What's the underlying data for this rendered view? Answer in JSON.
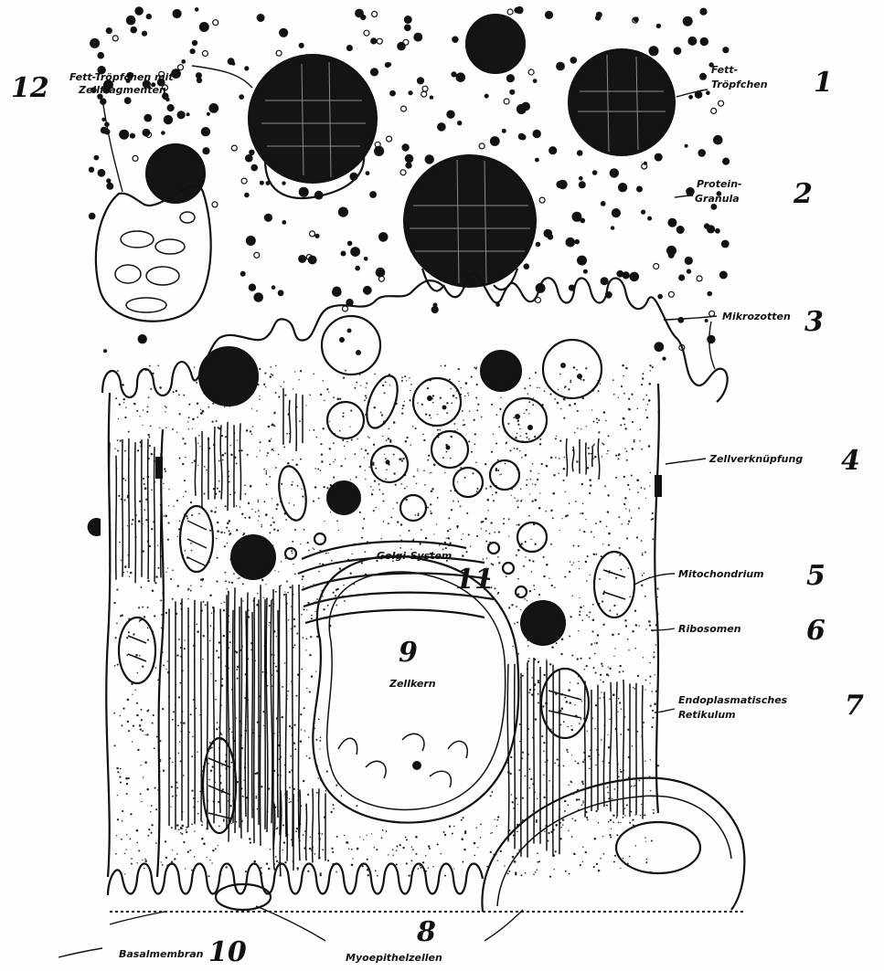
{
  "labels": {
    "fat_droplets": "Fett-\nTröpfchen",
    "protein_granule": "Protein-\nGranula",
    "microvilli": "Mikrozotten",
    "cell_junction": "Zellverknüpfung",
    "mitochondrion": "Mitochondrium",
    "ribosomes": "Ribosomen",
    "endoplasmic_reticulum": "Endoplasmatisches\nRetikulum",
    "myoepithelial_cells": "Myoepithelzellen",
    "nucleus_number": "9",
    "nucleus": "Zellkern",
    "basement_membrane": "Basalmembran",
    "golgi": "Golgi-System",
    "fat_droplets_with_fragments": "Fett-Tröpfchen mit\nZellfragmenten"
  },
  "numbers": {
    "n1": "1",
    "n2": "2",
    "n3": "3",
    "n4": "4",
    "n5": "5",
    "n6": "6",
    "n7": "7",
    "n8": "8",
    "n10": "10",
    "n11": "11",
    "n12": "12"
  }
}
